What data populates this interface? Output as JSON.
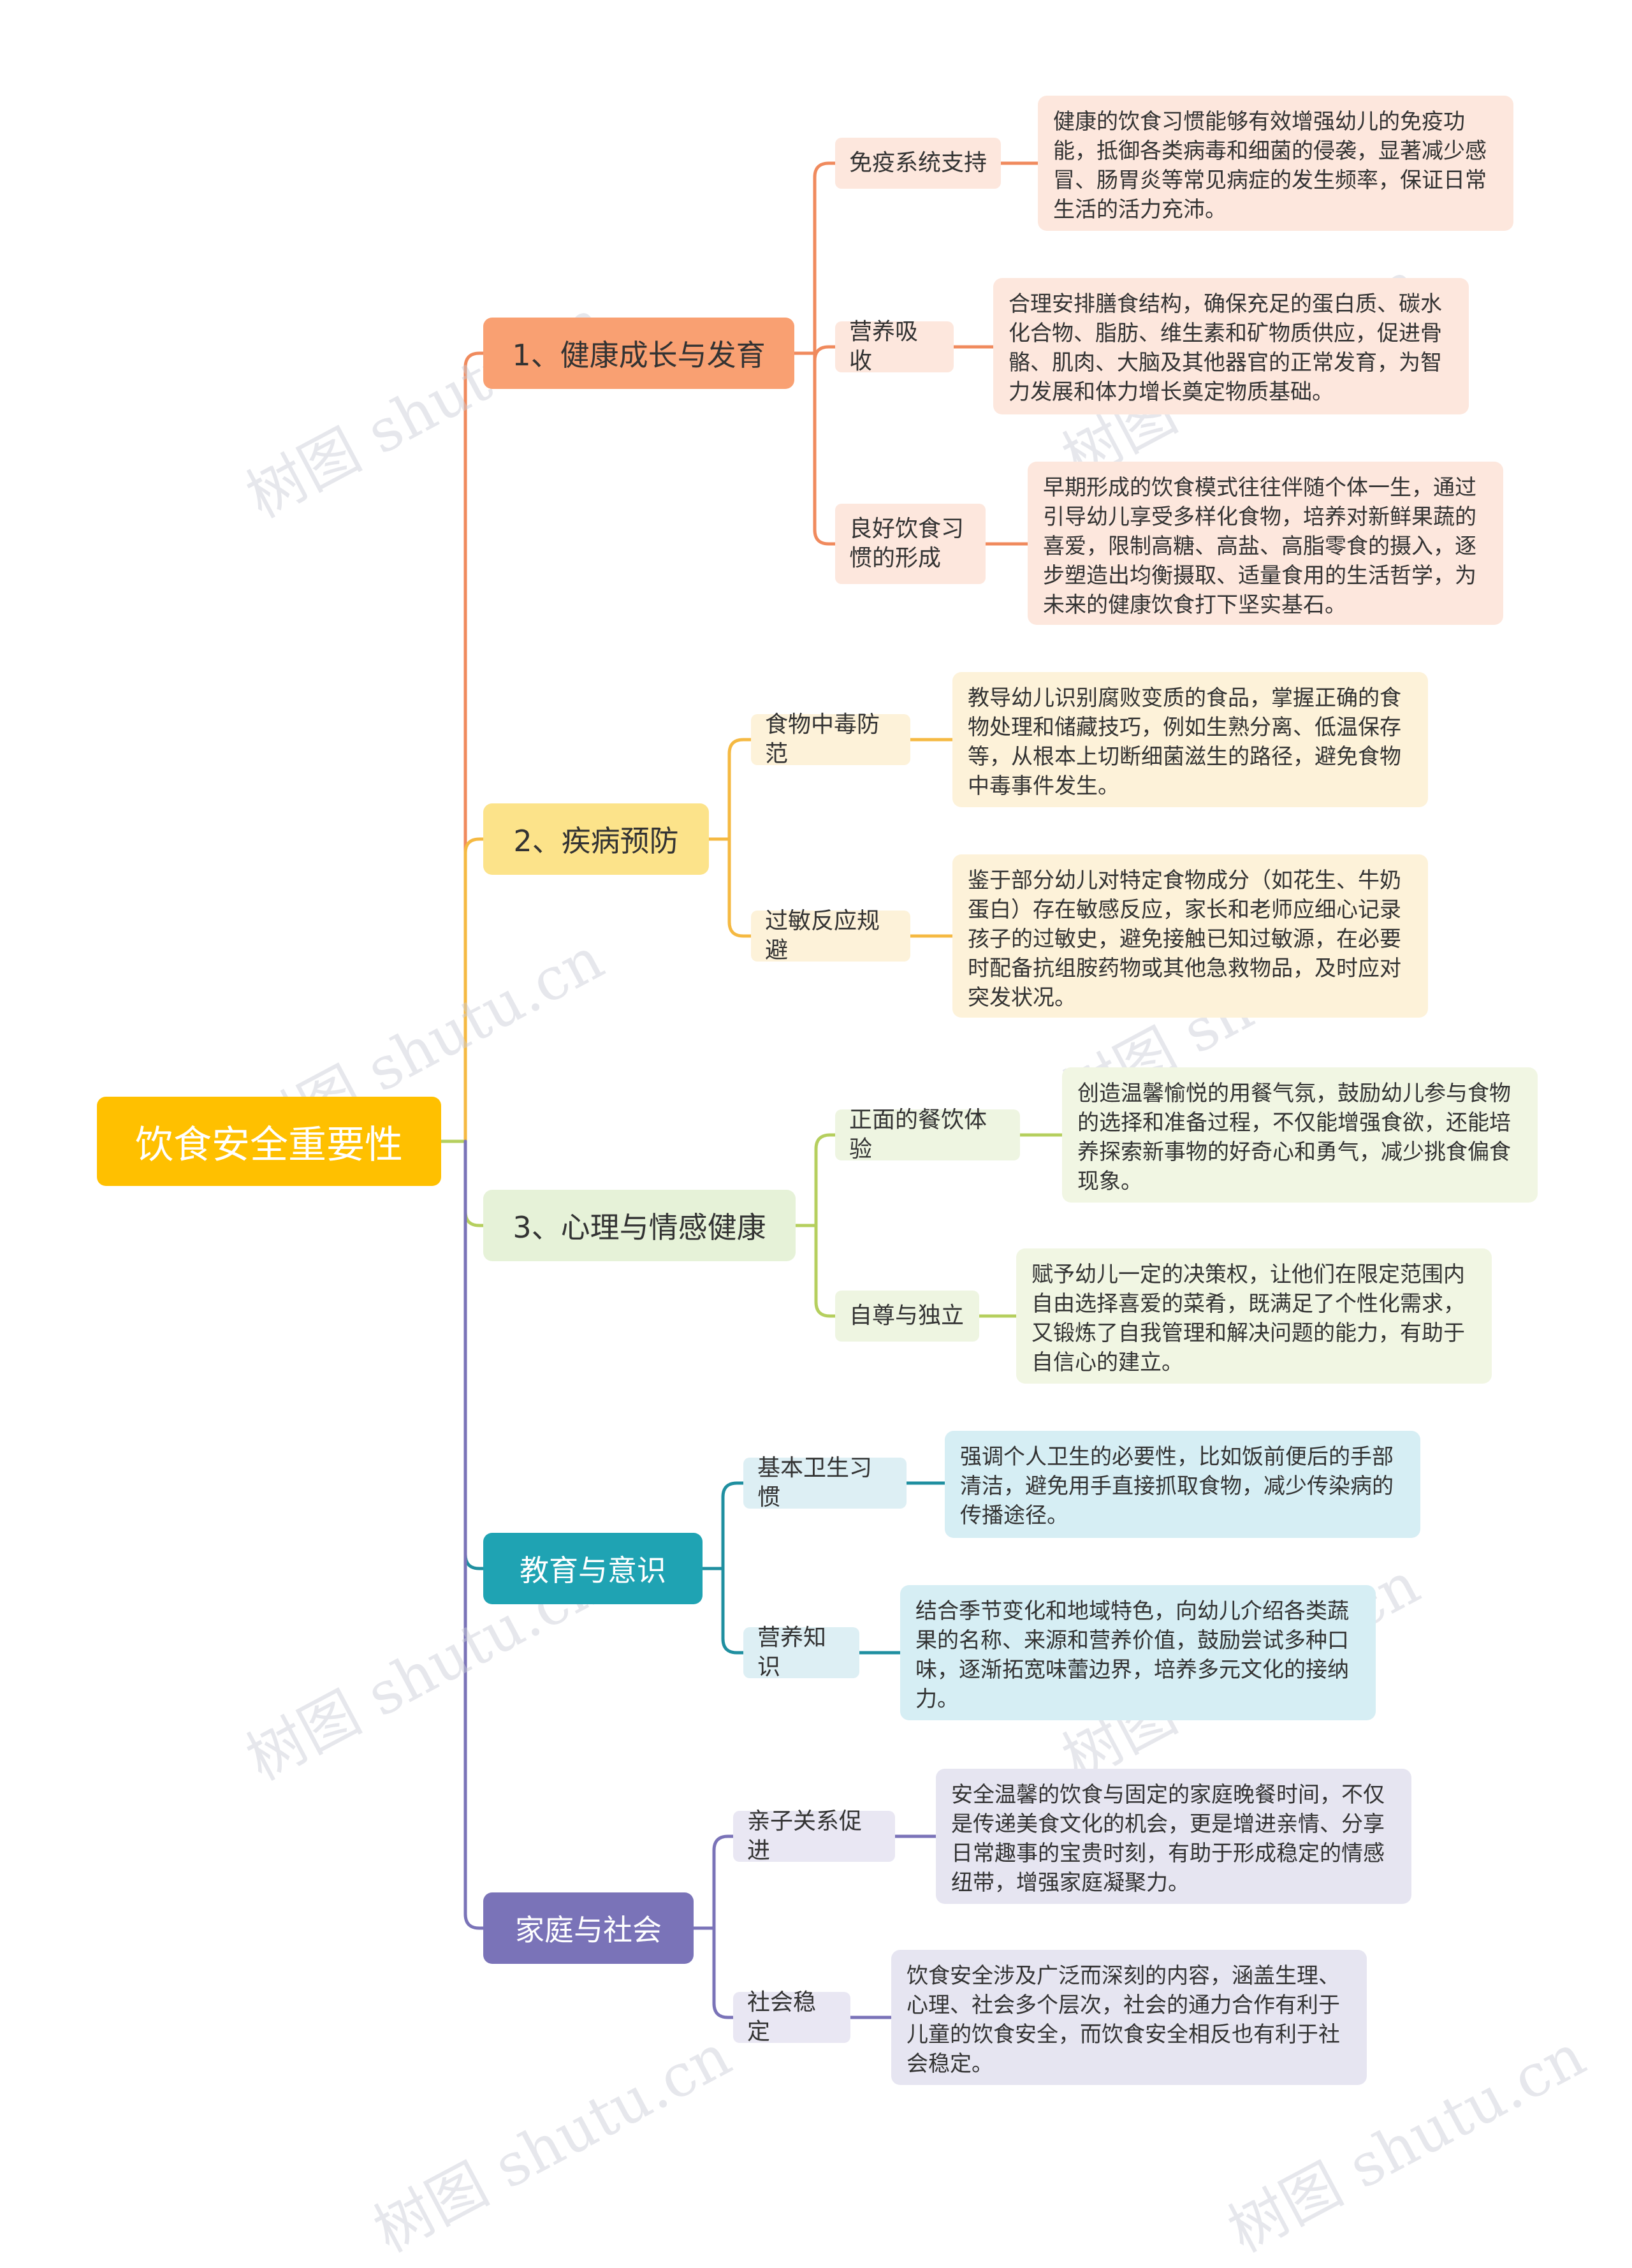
{
  "root": {
    "label": "饮食安全重要性",
    "color": "#FFC000"
  },
  "branches": [
    {
      "label": "1、健康成长与发育",
      "color": "#F9A072",
      "line": "#F08A5D",
      "text": "#333333",
      "sub_bg": "#FDE7DD",
      "leaf_bg": "#FDE7DD",
      "children": [
        {
          "label": "免疫系统支持",
          "detail": "健康的饮食习惯能够有效增强幼儿的免疫功能，抵御各类病毒和细菌的侵袭，显著减少感冒、肠胃炎等常见病症的发生频率，保证日常生活的活力充沛。"
        },
        {
          "label": "营养吸收",
          "detail": "合理安排膳食结构，确保充足的蛋白质、碳水化合物、脂肪、维生素和矿物质供应，促进骨骼、肌肉、大脑及其他器官的正常发育，为智力发展和体力增长奠定物质基础。"
        },
        {
          "label": "良好饮食习惯的形成",
          "detail": "早期形成的饮食模式往往伴随个体一生，通过引导幼儿享受多样化食物，培养对新鲜果蔬的喜爱，限制高糖、高盐、高脂零食的摄入，逐步塑造出均衡摄取、适量食用的生活哲学，为未来的健康饮食打下坚实基石。"
        }
      ]
    },
    {
      "label": "2、疾病预防",
      "color": "#FCE38A",
      "line": "#F5B942",
      "text": "#333333",
      "sub_bg": "#FDF2D9",
      "leaf_bg": "#FDF2D9",
      "children": [
        {
          "label": "食物中毒防范",
          "detail": "教导幼儿识别腐败变质的食品，掌握正确的食物处理和储藏技巧，例如生熟分离、低温保存等，从根本上切断细菌滋生的路径，避免食物中毒事件发生。"
        },
        {
          "label": "过敏反应规避",
          "detail": "鉴于部分幼儿对特定食物成分（如花生、牛奶蛋白）存在敏感反应，家长和老师应细心记录孩子的过敏史，避免接触已知过敏源，在必要时配备抗组胺药物或其他急救物品，及时应对突发状况。"
        }
      ]
    },
    {
      "label": "3、心理与情感健康",
      "color": "#E6F2D8",
      "line": "#B5CF5E",
      "text": "#333333",
      "sub_bg": "#EEF5E1",
      "leaf_bg": "#F1F6E3",
      "children": [
        {
          "label": "正面的餐饮体验",
          "detail": "创造温馨愉悦的用餐气氛，鼓励幼儿参与食物的选择和准备过程，不仅能增强食欲，还能培养探索新事物的好奇心和勇气，减少挑食偏食现象。"
        },
        {
          "label": "自尊与独立",
          "detail": "赋予幼儿一定的决策权，让他们在限定范围内自由选择喜爱的菜肴，既满足了个性化需求，又锻炼了自我管理和解决问题的能力，有助于自信心的建立。"
        }
      ]
    },
    {
      "label": "教育与意识",
      "color": "#1FA3B3",
      "line": "#1F8FA0",
      "text": "#ffffff",
      "sub_bg": "#DDEFF4",
      "leaf_bg": "#D6EEF4",
      "children": [
        {
          "label": "基本卫生习惯",
          "detail": "强调个人卫生的必要性，比如饭前便后的手部清洁，避免用手直接抓取食物，减少传染病的传播途径。"
        },
        {
          "label": "营养知识",
          "detail": "结合季节变化和地域特色，向幼儿介绍各类蔬果的名称、来源和营养价值，鼓励尝试多种口味，逐渐拓宽味蕾边界，培养多元文化的接纳力。"
        }
      ]
    },
    {
      "label": "家庭与社会",
      "color": "#7A73B8",
      "line": "#7A73B8",
      "text": "#ffffff",
      "sub_bg": "#E9E7F3",
      "leaf_bg": "#E6E5F1",
      "children": [
        {
          "label": "亲子关系促进",
          "detail": "安全温馨的饮食与固定的家庭晚餐时间，不仅是传递美食文化的机会，更是增进亲情、分享日常趣事的宝贵时刻，有助于形成稳定的情感纽带，增强家庭凝聚力。"
        },
        {
          "label": "社会稳定",
          "detail": "饮食安全涉及广泛而深刻的内容，涵盖生理、心理、社会多个层次，社会的通力合作有利于儿童的饮食安全，而饮食安全相反也有利于社会稳定。"
        }
      ]
    }
  ],
  "watermark": "树图 shutu.cn"
}
